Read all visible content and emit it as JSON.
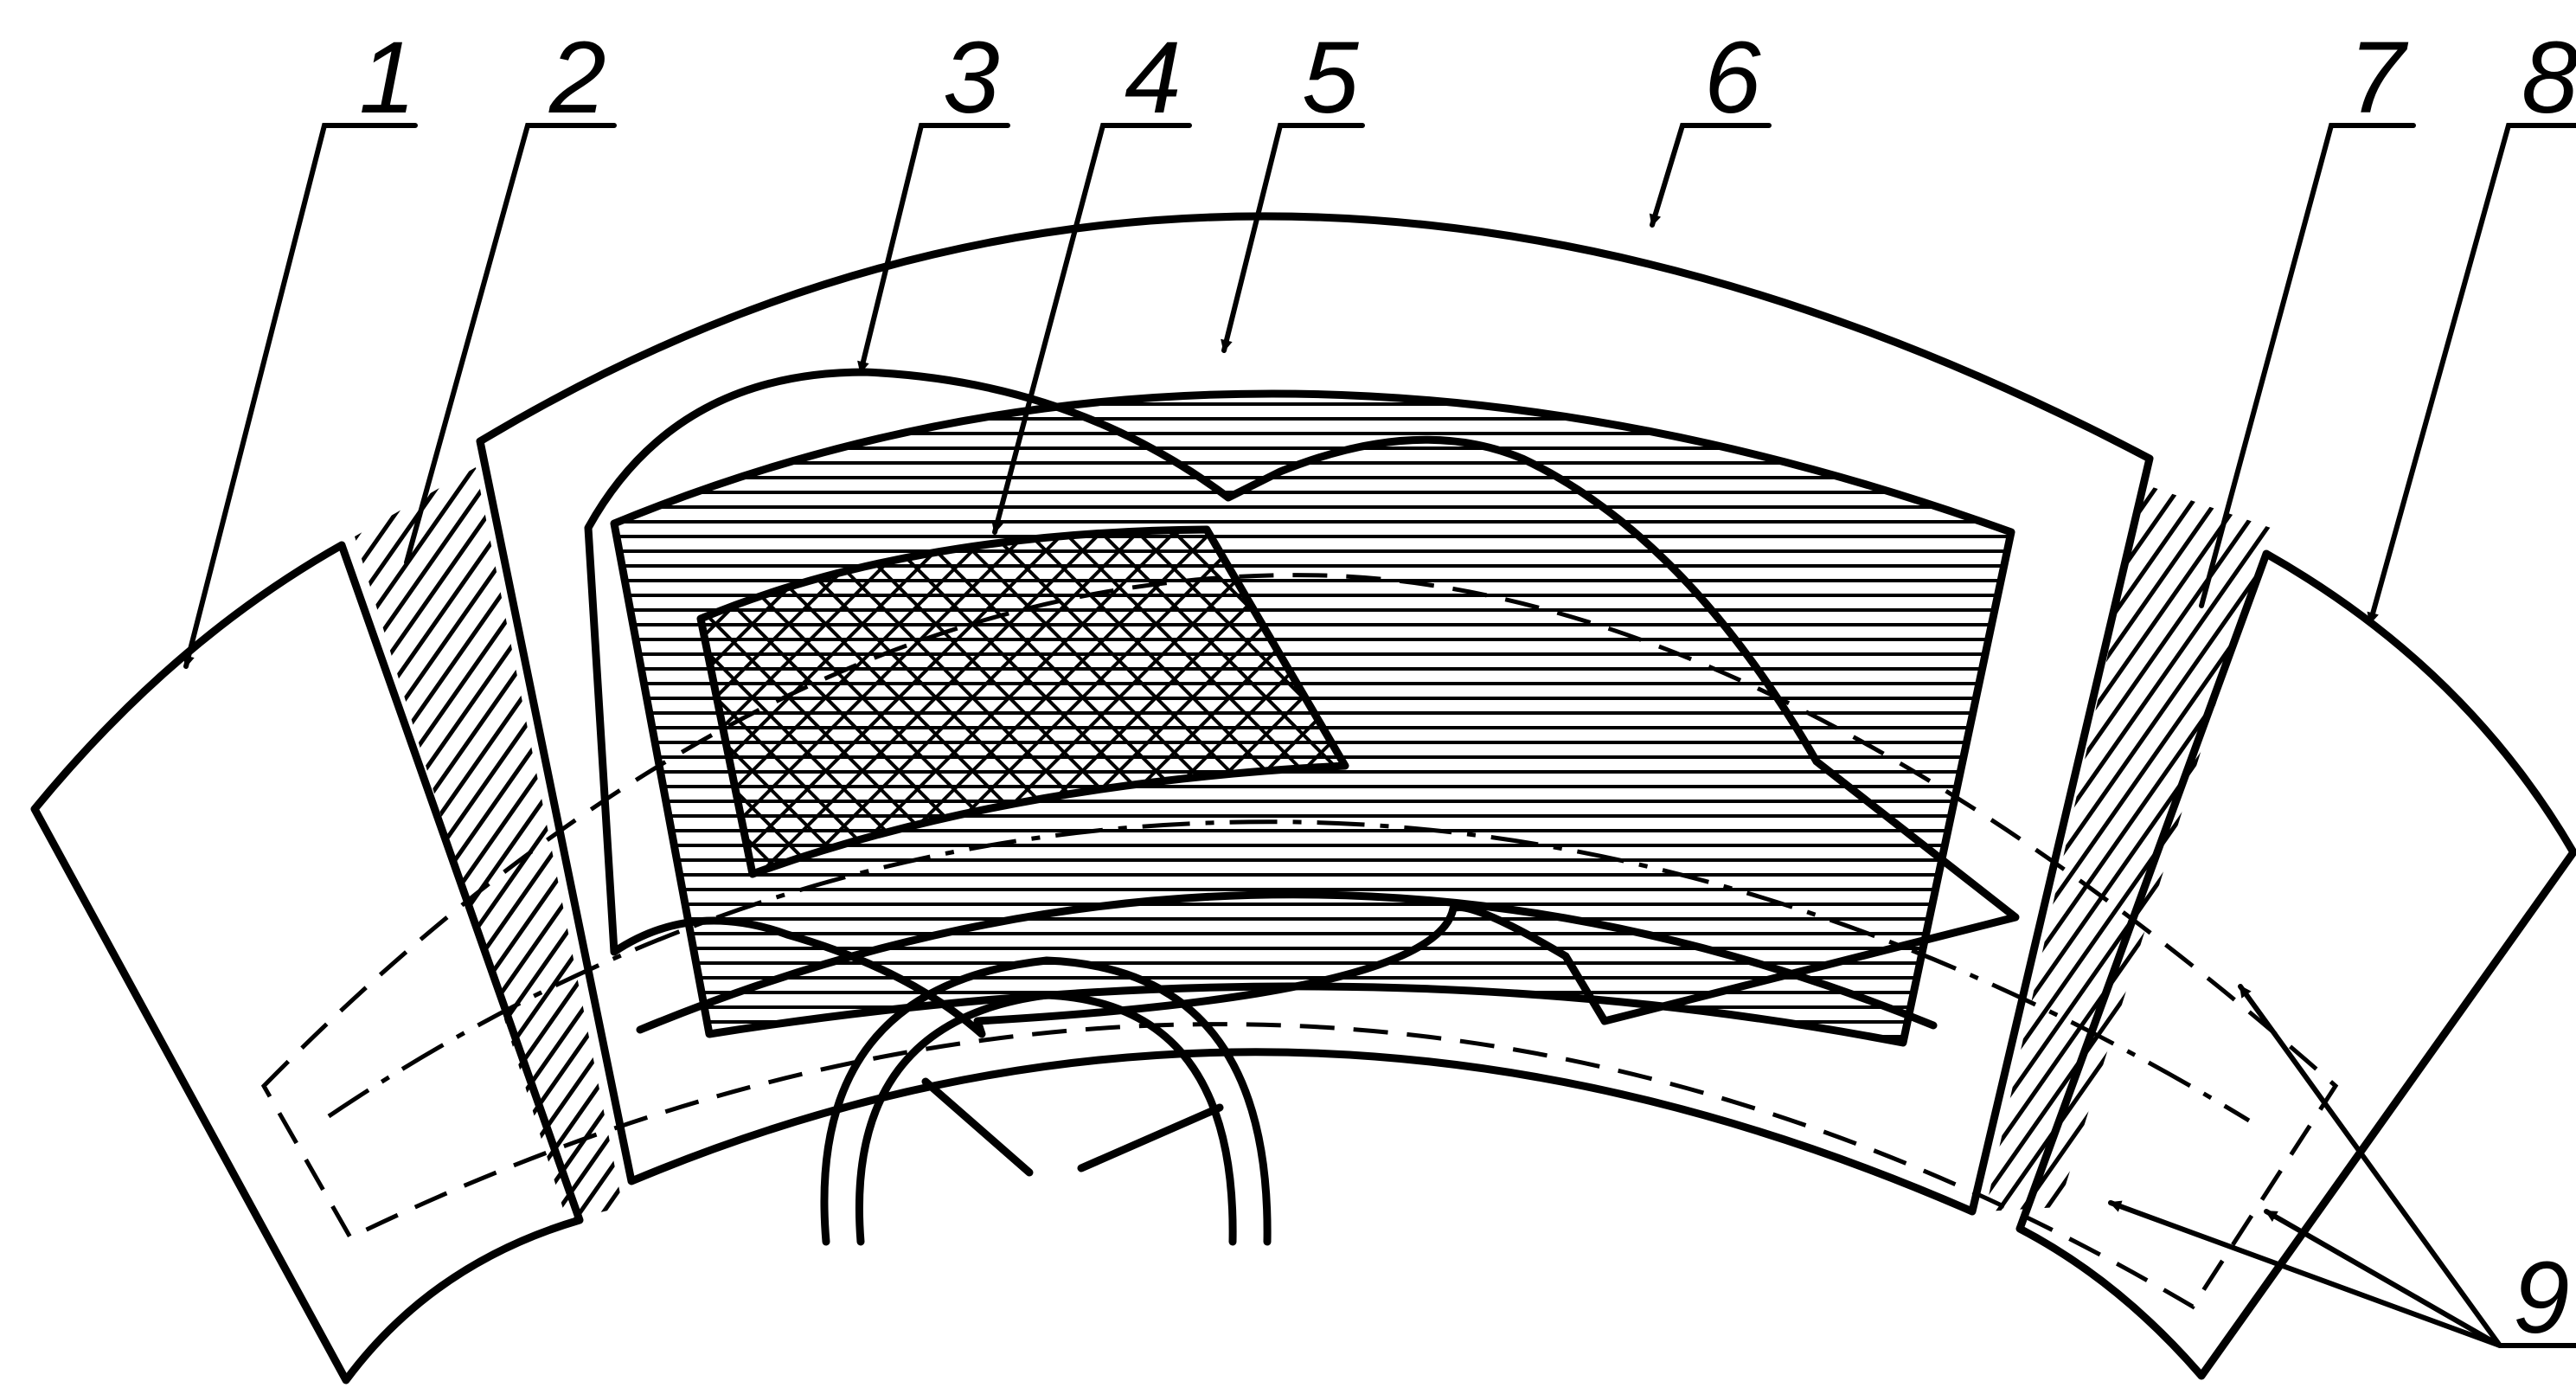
{
  "diagram": {
    "callouts": [
      {
        "id": "1",
        "text": "1"
      },
      {
        "id": "2",
        "text": "2"
      },
      {
        "id": "3",
        "text": "3"
      },
      {
        "id": "4",
        "text": "4"
      },
      {
        "id": "5",
        "text": "5"
      },
      {
        "id": "6",
        "text": "6"
      },
      {
        "id": "7",
        "text": "7"
      },
      {
        "id": "8",
        "text": "8"
      },
      {
        "id": "9",
        "text": "9"
      }
    ],
    "colors": {
      "ink": "#000000",
      "paper": "#ffffff"
    }
  }
}
